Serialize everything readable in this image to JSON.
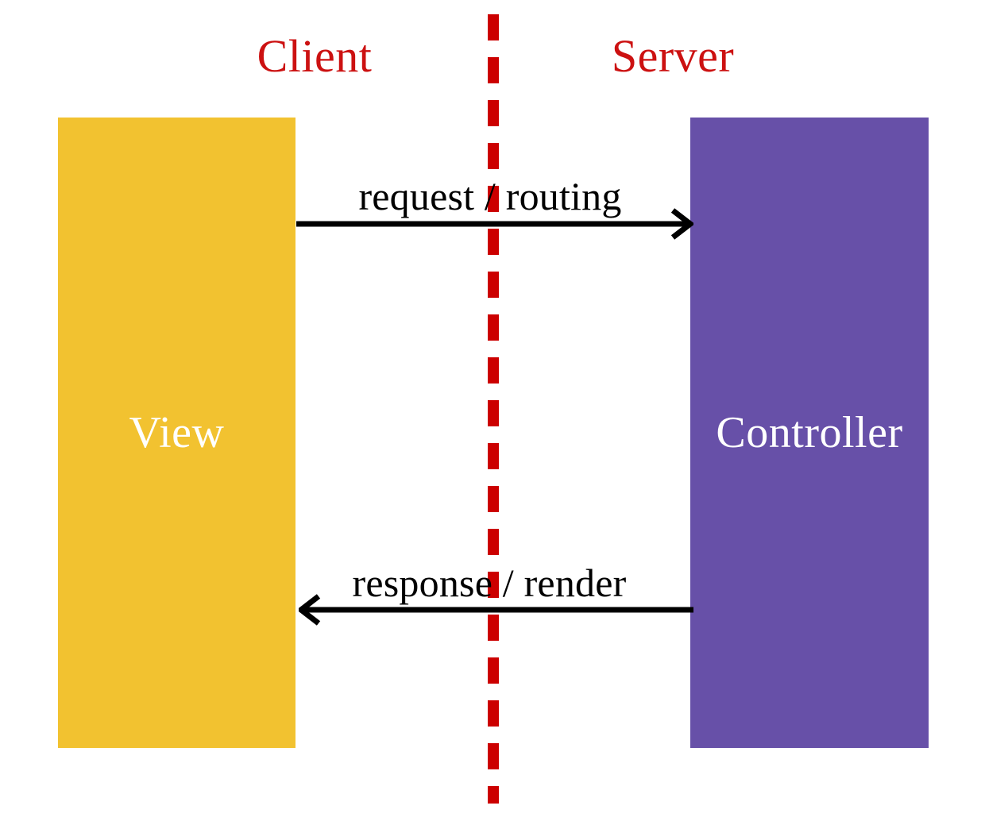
{
  "diagram": {
    "title": "Client-Server MVC request/response flow",
    "background": "#ffffff"
  },
  "zones": [
    {
      "id": "client",
      "label": "Client",
      "color": "#CC1111"
    },
    {
      "id": "server",
      "label": "Server",
      "color": "#CC1111"
    }
  ],
  "boxes": [
    {
      "id": "view",
      "label": "View",
      "fill": "#F2C230",
      "text_color": "#FFFFFF",
      "side": "client"
    },
    {
      "id": "controller",
      "label": "Controller",
      "fill": "#6750A8",
      "text_color": "#FFFFFF",
      "side": "server"
    }
  ],
  "divider": {
    "id": "client-server-divider",
    "style": "dashed",
    "color": "#CC0000",
    "thickness": 14,
    "dash_length": 33,
    "dash_gap": 21,
    "orientation": "vertical"
  },
  "arrows": [
    {
      "id": "request",
      "label": "request / routing",
      "direction": "right",
      "from": "view",
      "to": "controller",
      "color": "#000000"
    },
    {
      "id": "response",
      "label": "response / render",
      "direction": "left",
      "from": "controller",
      "to": "view",
      "color": "#000000"
    }
  ]
}
